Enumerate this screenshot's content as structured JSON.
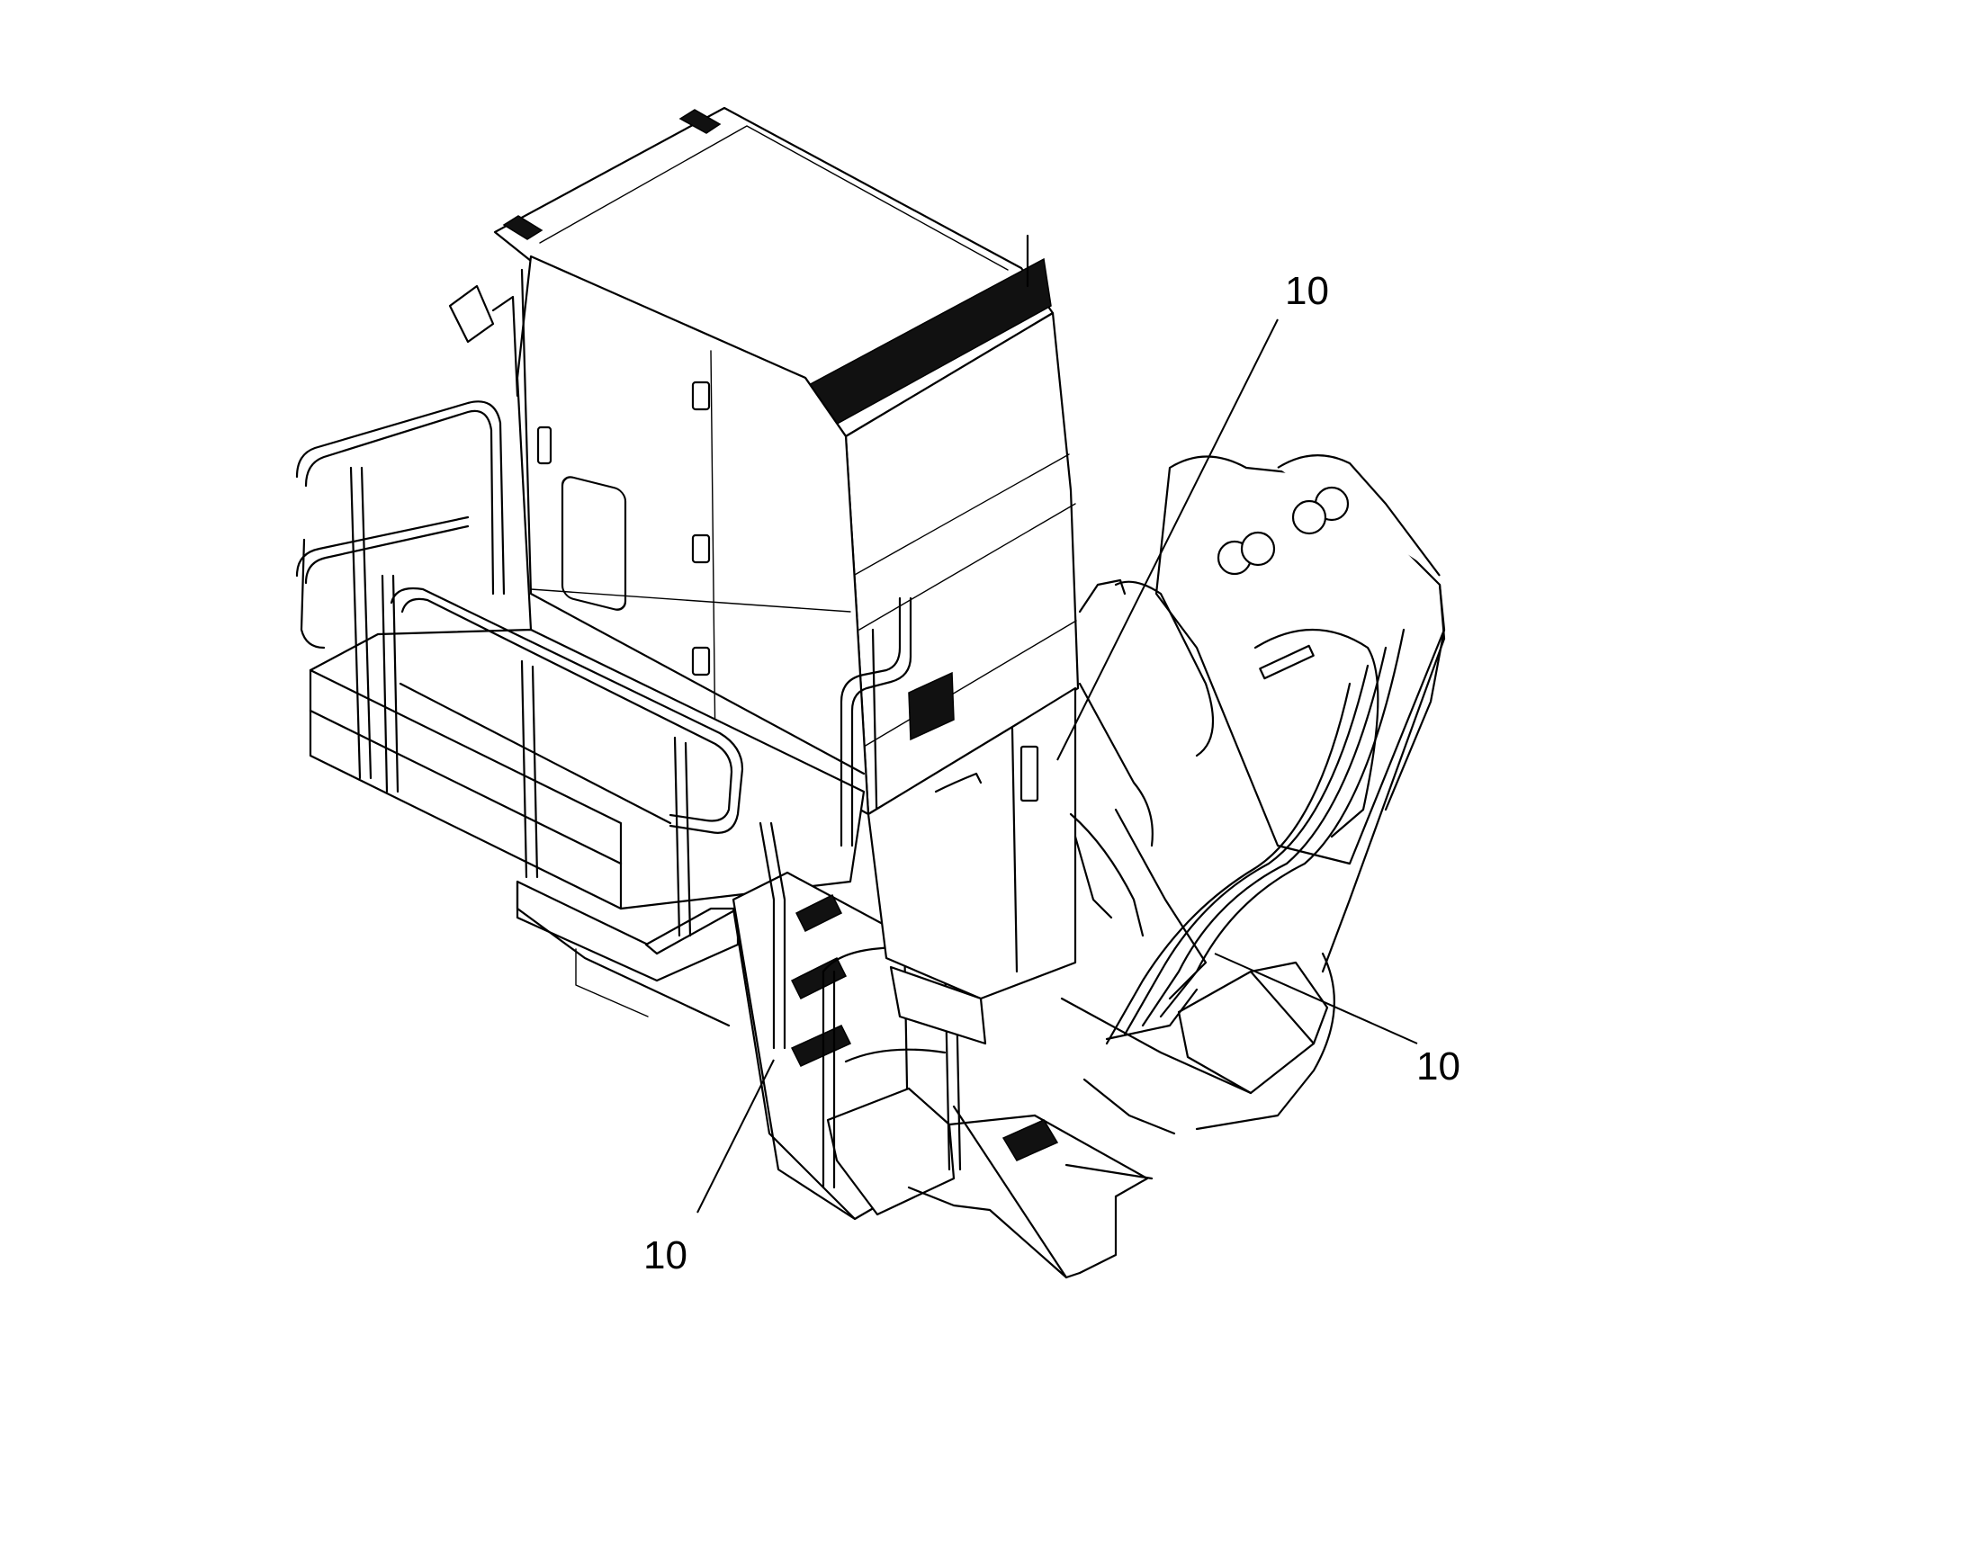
{
  "callouts": [
    {
      "id": "callout-upper-right",
      "label": "10"
    },
    {
      "id": "callout-right",
      "label": "10"
    },
    {
      "id": "callout-lower-left",
      "label": "10"
    }
  ],
  "colors": {
    "line": "#000000",
    "background": "#ffffff"
  }
}
